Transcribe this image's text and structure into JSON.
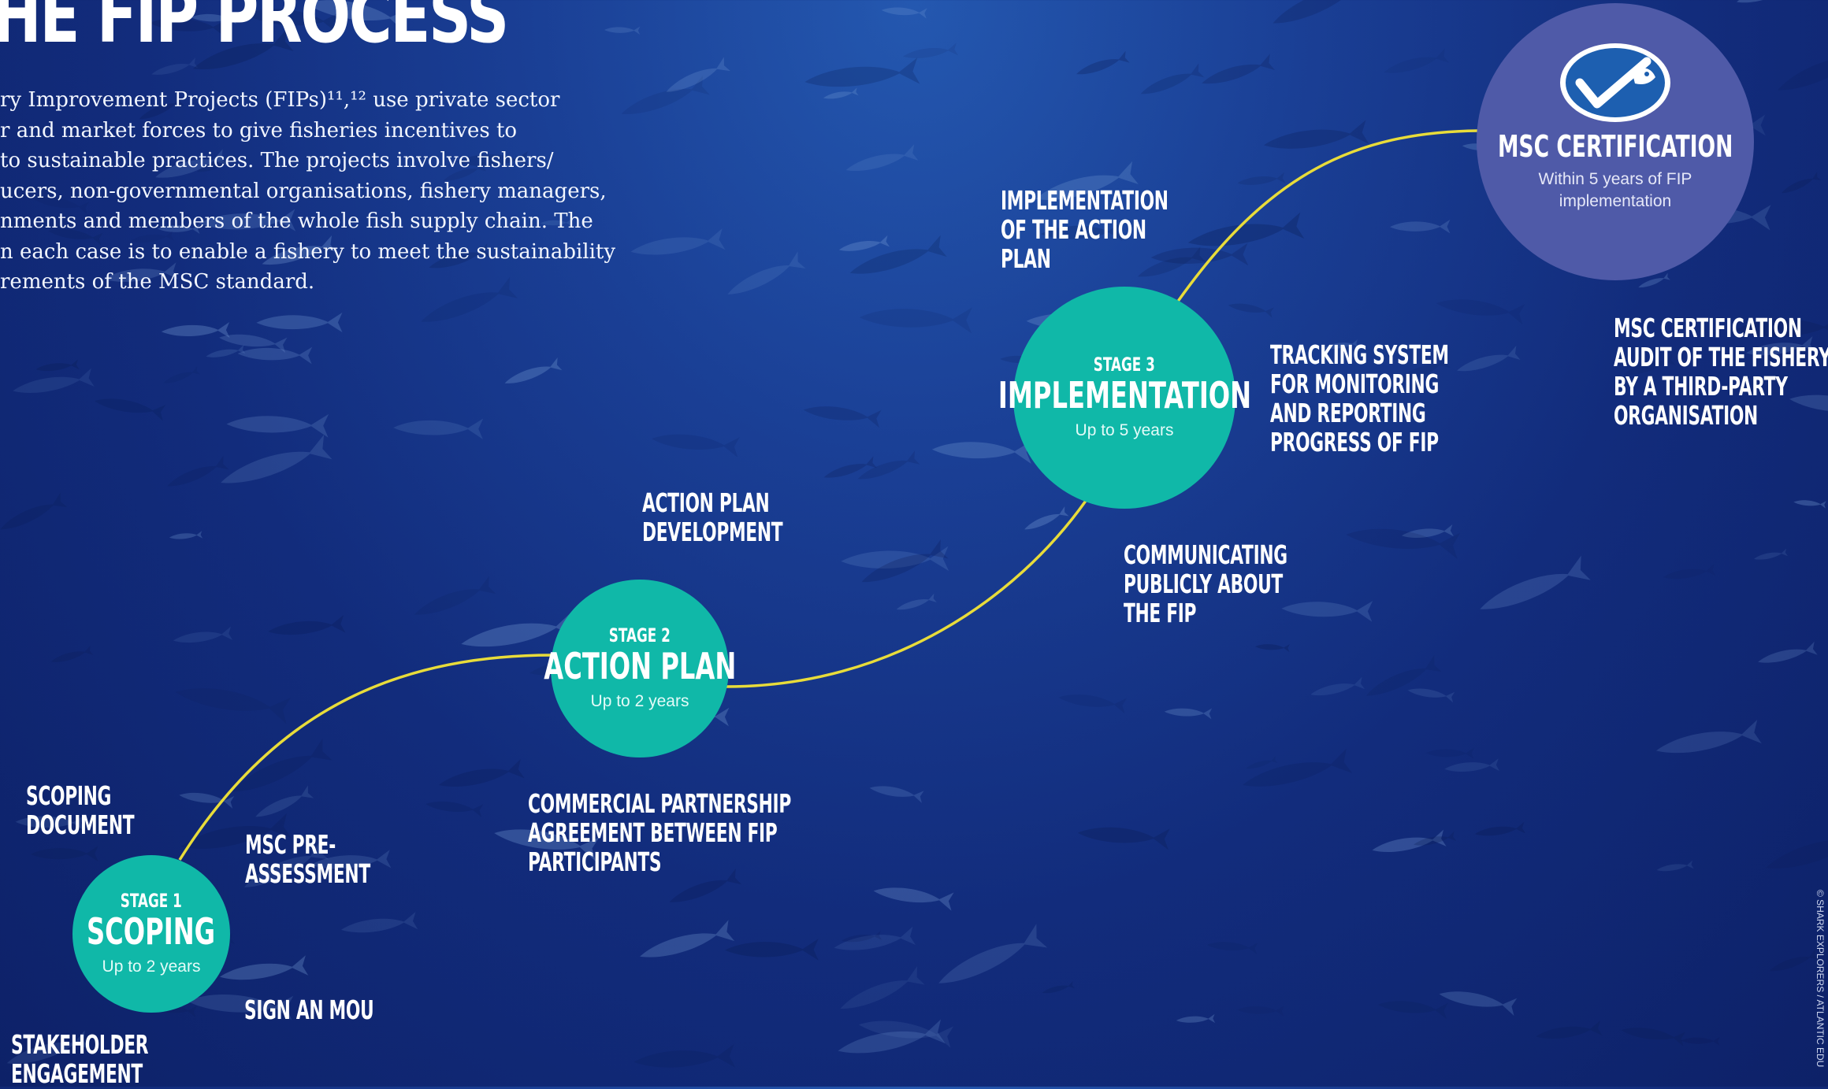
{
  "title": "HE FIP PROCESS",
  "intro_lines": [
    "ry Improvement Projects (FIPs)¹¹,¹² use private sector",
    "r and market forces to give fisheries incentives to",
    "to sustainable practices. The projects involve fishers/",
    "ucers, non-governmental organisations, fishery managers,",
    "nments and members of the whole fish supply chain. The",
    "n each case is to enable a fishery to meet the sustainability",
    "rements of the MSC standard."
  ],
  "stages": [
    {
      "kicker": "STAGE 1",
      "name": "SCOPING",
      "duration": "Up to 2 years"
    },
    {
      "kicker": "STAGE 2",
      "name": "ACTION PLAN",
      "duration": "Up to 2 years"
    },
    {
      "kicker": "STAGE 3",
      "name": "IMPLEMENTATION",
      "duration": "Up to 5 years"
    }
  ],
  "certification": {
    "name": "MSC CERTIFICATION",
    "duration": "Within 5 years of FIP implementation",
    "logo_icon": "msc-fish-tick-logo-icon"
  },
  "labels": {
    "scoping_document": [
      "SCOPING",
      "DOCUMENT"
    ],
    "msc_pre_assessment": [
      "MSC PRE-",
      "ASSESSMENT"
    ],
    "sign_mou": [
      "SIGN AN MOU"
    ],
    "stakeholder_engagement": [
      "STAKEHOLDER",
      "ENGAGEMENT"
    ],
    "action_plan_development": [
      "ACTION PLAN",
      "DEVELOPMENT"
    ],
    "commercial_partnership": [
      "COMMERCIAL PARTNERSHIP",
      "AGREEMENT BETWEEN FIP",
      "PARTICIPANTS"
    ],
    "implementation_action_plan": [
      "IMPLEMENTATION",
      "OF THE ACTION",
      "PLAN"
    ],
    "tracking_system": [
      "TRACKING SYSTEM",
      "FOR MONITORING",
      "AND REPORTING",
      "PROGRESS OF FIP"
    ],
    "communicating_publicly": [
      "COMMUNICATING",
      "PUBLICLY ABOUT",
      "THE FIP"
    ],
    "msc_certification_audit": [
      "MSC CERTIFICATION",
      "AUDIT OF THE FISHERY",
      "BY A THIRD-PARTY",
      "ORGANISATION"
    ]
  },
  "photo_credit": "© SHARK EXPLORERS / ATLANTIC EDU",
  "colors": {
    "stage_circle": "#10b8a8",
    "certification_circle": "#4f5aa8",
    "path_line": "#e8dc3a",
    "background": "#15338a"
  }
}
